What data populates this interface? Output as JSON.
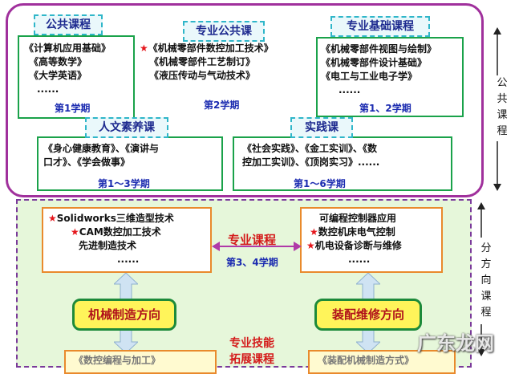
{
  "top": {
    "public_courses": {
      "label": "公共课程",
      "lines": [
        "《计算机应用基础》",
        "《高等数学》",
        "《大学英语》",
        "......"
      ],
      "semester": "第1学期"
    },
    "major_public": {
      "label": "专业公共课",
      "lines": [
        "《机械零部件数控加工技术》",
        "《机械零部件工艺制订》",
        "《液压传动与气动技术》"
      ],
      "semester": "第2学期"
    },
    "major_basic": {
      "label": "专业基础课程",
      "lines": [
        "《机械零部件视图与绘制》",
        "《机械零部件设计基础》",
        "《电工与工业电子学》",
        "......"
      ],
      "semester": "第1、2学期"
    },
    "humanities": {
      "label": "人文素养课",
      "lines": [
        "《身心健康教育》、《演讲与",
        "口才》、《学会做事》"
      ],
      "semester": "第1～3学期"
    },
    "practice": {
      "label": "实践课",
      "lines": [
        "《社会实践》、《金工实训》、《数",
        "控加工实训》、《顶岗实习》......"
      ],
      "semester": "第1～6学期"
    },
    "side_label": [
      "公",
      "共",
      "课",
      "程"
    ]
  },
  "bottom": {
    "left_box": {
      "lines": [
        "Solidworks三维造型技术",
        "CAM数控加工技术",
        "先进制造技术",
        "......"
      ]
    },
    "right_box": {
      "lines": [
        "可编程控制器应用",
        "数控机床电气控制",
        "机电设备诊断与维修",
        "......"
      ]
    },
    "center_label": "专业课程",
    "center_semester": "第3、4学期",
    "left_direction": "机械制造方向",
    "right_direction": "装配维修方向",
    "center_bottom": [
      "专业技能",
      "拓展课程"
    ],
    "left_bottom": "《数控编程与加工》",
    "right_bottom": "《装配机械制造方式》",
    "side_label": [
      "分",
      "方",
      "向",
      "课",
      "程"
    ]
  },
  "watermark": "广东龙网",
  "colors": {
    "purple_border": "#a0309c",
    "green_border": "#1aa24a",
    "orange_border": "#e98a2c",
    "cyan_dashed": "#2fb6c9",
    "bottom_bg": "#e6f7da",
    "direction_bg": "#fff45a",
    "direction_text": "#b0101a"
  }
}
